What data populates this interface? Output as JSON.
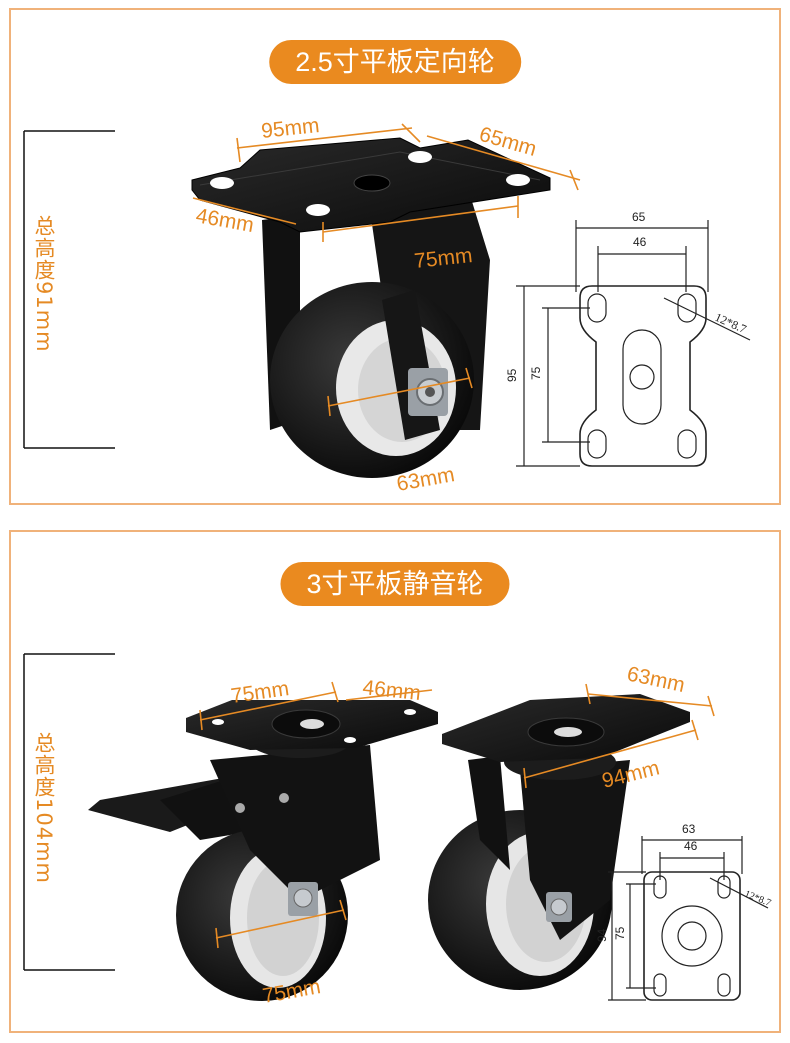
{
  "section1": {
    "title": "2.5寸平板定向轮",
    "total_height": "总高度91mm",
    "dims": {
      "plate_length": "95mm",
      "plate_width": "65mm",
      "hole_width": "46mm",
      "hole_length": "75mm",
      "wheel": "63mm"
    },
    "drawing": {
      "outer_width": "65",
      "inner_width": "46",
      "outer_height": "95",
      "inner_height": "75",
      "hole": "12*8.7"
    }
  },
  "section2": {
    "title": "3寸平板静音轮",
    "total_height": "总高度104mm",
    "dims": {
      "plate_length": "75mm",
      "hole_width": "46mm",
      "plate_width": "63mm",
      "plate_length2": "94mm",
      "wheel": "75mm"
    },
    "drawing": {
      "outer_width": "63",
      "inner_width": "46",
      "outer_height": "94",
      "inner_height": "75",
      "hole": "12*8.7"
    }
  },
  "colors": {
    "accent": "#ea8a1f",
    "border": "#f0b27a",
    "dim_text": "#e58a24"
  }
}
